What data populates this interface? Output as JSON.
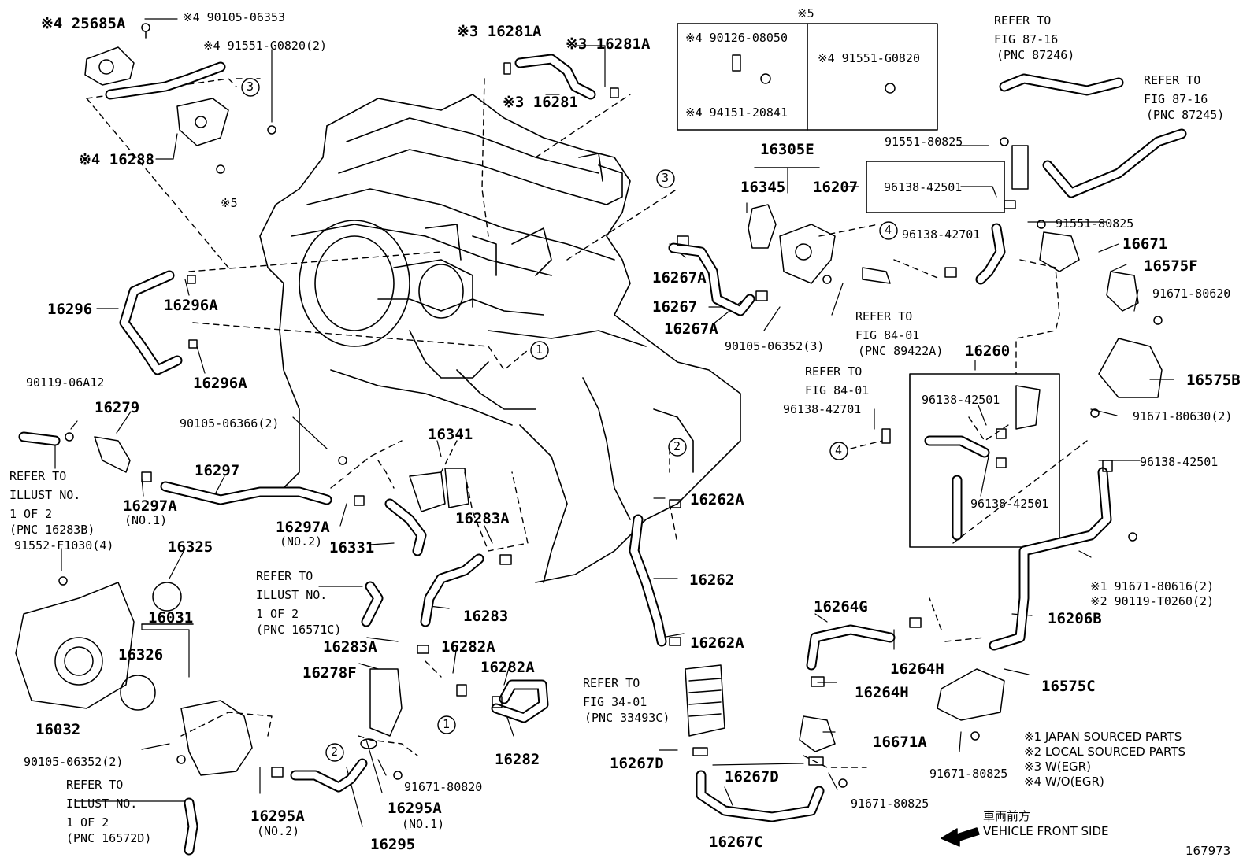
{
  "diagram_number": "167973",
  "callouts": [
    {
      "id": "c1",
      "text": "※4 25685A"
    },
    {
      "id": "c2",
      "text": "※4 90105-06353"
    },
    {
      "id": "c3",
      "text": "※4 91551-G0820(2)"
    },
    {
      "id": "c4",
      "text": "※4 16288"
    },
    {
      "id": "c5",
      "text": "※5"
    },
    {
      "id": "c6",
      "text": "※3 16281A"
    },
    {
      "id": "c7",
      "text": "※3 16281A"
    },
    {
      "id": "c8",
      "text": "※3 16281"
    },
    {
      "id": "c9",
      "text": "※5"
    },
    {
      "id": "c10",
      "text": "※4 90126-08050"
    },
    {
      "id": "c11",
      "text": "※4 91551-G0820"
    },
    {
      "id": "c12",
      "text": "※4 94151-20841"
    },
    {
      "id": "c13",
      "text": "16305E"
    },
    {
      "id": "c14",
      "text": "16345"
    },
    {
      "id": "c15",
      "text": "16207"
    },
    {
      "id": "c16",
      "text": "96138-42501"
    },
    {
      "id": "c17",
      "text": "96138-42701"
    },
    {
      "id": "c18",
      "text": "91551-80825"
    },
    {
      "id": "c19",
      "text": "91551-80825"
    },
    {
      "id": "c20",
      "text": "16671"
    },
    {
      "id": "c21",
      "text": "16575F"
    },
    {
      "id": "c22",
      "text": "91671-80620"
    },
    {
      "id": "c23",
      "text": "16296"
    },
    {
      "id": "c24",
      "text": "16296A"
    },
    {
      "id": "c25",
      "text": "16296A"
    },
    {
      "id": "c26",
      "text": "16267A"
    },
    {
      "id": "c27",
      "text": "16267"
    },
    {
      "id": "c28",
      "text": "16267A"
    },
    {
      "id": "c29",
      "text": "90105-06352(3)"
    },
    {
      "id": "c30",
      "text": "16260"
    },
    {
      "id": "c31",
      "text": "16575B"
    },
    {
      "id": "c32",
      "text": "96138-42501"
    },
    {
      "id": "c33",
      "text": "96138-42701"
    },
    {
      "id": "c34",
      "text": "91671-80630(2)"
    },
    {
      "id": "c35",
      "text": "96138-42501"
    },
    {
      "id": "c36",
      "text": "96138-42501"
    },
    {
      "id": "c37",
      "text": "90119-06A12"
    },
    {
      "id": "c38",
      "text": "16279"
    },
    {
      "id": "c39",
      "text": "90105-06366(2)"
    },
    {
      "id": "c40",
      "text": "16341"
    },
    {
      "id": "c41",
      "text": "16297"
    },
    {
      "id": "c42",
      "text": "16297A"
    },
    {
      "id": "c43",
      "text": "(NO.1)"
    },
    {
      "id": "c44",
      "text": "16262A"
    },
    {
      "id": "c45",
      "text": "16297A"
    },
    {
      "id": "c46",
      "text": "(NO.2)"
    },
    {
      "id": "c47",
      "text": "16331"
    },
    {
      "id": "c48",
      "text": "16283A"
    },
    {
      "id": "c49",
      "text": "91552-F1030(4)"
    },
    {
      "id": "c50",
      "text": "16325"
    },
    {
      "id": "c51",
      "text": "16262"
    },
    {
      "id": "c52",
      "text": "※1 91671-80616(2)"
    },
    {
      "id": "c53",
      "text": "※2 90119-T0260(2)"
    },
    {
      "id": "c54",
      "text": "16031"
    },
    {
      "id": "c55",
      "text": "16283"
    },
    {
      "id": "c56",
      "text": "16264G"
    },
    {
      "id": "c57",
      "text": "16206B"
    },
    {
      "id": "c58",
      "text": "16326"
    },
    {
      "id": "c59",
      "text": "16283A"
    },
    {
      "id": "c60",
      "text": "16282A"
    },
    {
      "id": "c61",
      "text": "16262A"
    },
    {
      "id": "c62",
      "text": "16278F"
    },
    {
      "id": "c63",
      "text": "16282A"
    },
    {
      "id": "c64",
      "text": "16264H"
    },
    {
      "id": "c65",
      "text": "16575C"
    },
    {
      "id": "c66",
      "text": "16264H"
    },
    {
      "id": "c67",
      "text": "16032"
    },
    {
      "id": "c68",
      "text": "16282"
    },
    {
      "id": "c69",
      "text": "16671A"
    },
    {
      "id": "c70",
      "text": "90105-06352(2)"
    },
    {
      "id": "c71",
      "text": "16267D"
    },
    {
      "id": "c72",
      "text": "16267D"
    },
    {
      "id": "c73",
      "text": "91671-80825"
    },
    {
      "id": "c74",
      "text": "91671-80820"
    },
    {
      "id": "c75",
      "text": "91671-80825"
    },
    {
      "id": "c76",
      "text": "16295A"
    },
    {
      "id": "c77",
      "text": "(NO.1)"
    },
    {
      "id": "c78",
      "text": "16295A"
    },
    {
      "id": "c79",
      "text": "(NO.2)"
    },
    {
      "id": "c80",
      "text": "16295"
    },
    {
      "id": "c81",
      "text": "16267C"
    }
  ],
  "references": [
    {
      "id": "r1",
      "text": "REFER TO\nFIG 87-16",
      "pnc": "(PNC 87246)"
    },
    {
      "id": "r2",
      "text": "REFER TO\nFIG 87-16",
      "pnc": "(PNC 87245)"
    },
    {
      "id": "r3",
      "text": "REFER TO\nFIG 84-01",
      "pnc": "(PNC 89422A)"
    },
    {
      "id": "r4",
      "text": "REFER TO\nFIG 84-01",
      "pnc": ""
    },
    {
      "id": "r5",
      "text": "REFER TO\nILLUST NO.\n1 OF 2",
      "pnc": "(PNC 16283B)"
    },
    {
      "id": "r6",
      "text": "REFER TO\nILLUST NO.\n1 OF 2",
      "pnc": "(PNC 16571C)"
    },
    {
      "id": "r7",
      "text": "REFER TO\nFIG 34-01",
      "pnc": "(PNC 33493C)"
    },
    {
      "id": "r8",
      "text": "REFER TO\nILLUST NO.\n1 OF 2",
      "pnc": "(PNC 16572D)"
    }
  ],
  "circle_markers": [
    "3",
    "3",
    "4",
    "1",
    "4",
    "2",
    "2",
    "1"
  ],
  "legend": [
    "※1  JAPAN SOURCED PARTS",
    "※2  LOCAL SOURCED PARTS",
    "※3  W(EGR)",
    "※4  W/O(EGR)"
  ],
  "front_note": {
    "jp": "車両前方",
    "en": "VEHICLE FRONT SIDE"
  },
  "colors": {
    "ink": "#000000",
    "paper": "#ffffff"
  }
}
